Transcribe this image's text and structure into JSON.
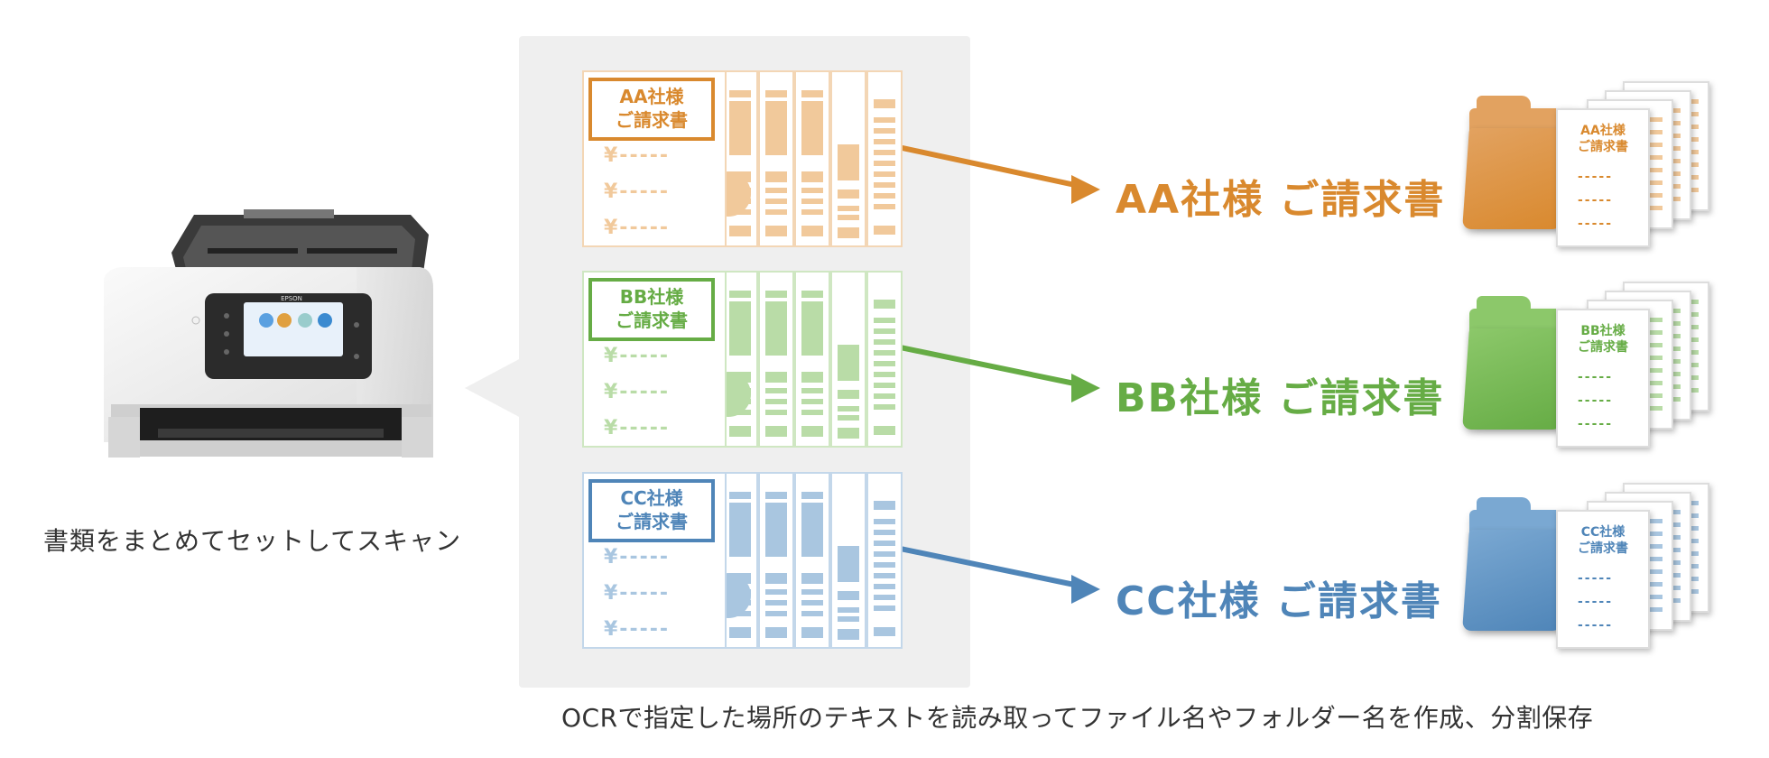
{
  "left": {
    "caption": "書類をまとめてセットしてスキャン",
    "scanner": {
      "brand": "EPSON"
    }
  },
  "bottom_caption": "OCRで指定した場所のテキストを読み取ってファイル名やフォルダー名を作成、分割保存",
  "groups": [
    {
      "id": "aa",
      "color": "#d9892e",
      "light": "#f1c99b",
      "border": "#f3d6b5",
      "folder": "#e2a260",
      "doc_label_line1": "AA社様",
      "doc_label_line2": "ご請求書",
      "yen_lines": [
        "¥-----",
        "¥-----",
        "¥-----"
      ],
      "output_label": "AA社様 ご請求書",
      "mini_line1": "AA社様",
      "mini_line2": "ご請求書",
      "mini_dashes": [
        "-----",
        "-----",
        "-----"
      ]
    },
    {
      "id": "bb",
      "color": "#66ac45",
      "light": "#b9dca7",
      "border": "#cfe7c2",
      "folder": "#8cc86a",
      "doc_label_line1": "BB社様",
      "doc_label_line2": "ご請求書",
      "yen_lines": [
        "¥-----",
        "¥-----",
        "¥-----"
      ],
      "output_label": "BB社様 ご請求書",
      "mini_line1": "BB社様",
      "mini_line2": "ご請求書",
      "mini_dashes": [
        "-----",
        "-----",
        "-----"
      ]
    },
    {
      "id": "cc",
      "color": "#4f85b8",
      "light": "#a9c6e0",
      "border": "#c3d7ea",
      "folder": "#7aa8d2",
      "doc_label_line1": "CC社様",
      "doc_label_line2": "ご請求書",
      "yen_lines": [
        "¥-----",
        "¥-----",
        "¥-----"
      ],
      "output_label": "CC社様 ご請求書",
      "mini_line1": "CC社様",
      "mini_line2": "ご請求書",
      "mini_dashes": [
        "-----",
        "-----",
        "-----"
      ]
    }
  ]
}
